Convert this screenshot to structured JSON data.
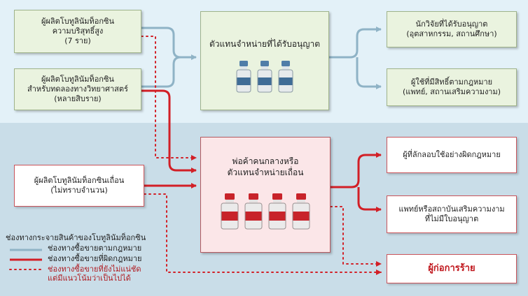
{
  "producers": {
    "high_purity": "ผู้ผลิตโบทูลินัมท็อกซิน\nความบริสุทธิ์สูง\n(7 ราย)",
    "research": "ผู้ผลิตโบทูลินัมท็อกซิน\nสำหรับทดลองทางวิทยาศาสตร์\n(หลายสิบราย)",
    "illegal": "ผู้ผลิตโบทูลินัมท็อกซินเถื่อน\n(ไม่ทราบจำนวน)"
  },
  "hubs": {
    "licensed": "ตัวแทนจำหน่ายที่ได้รับอนุญาต",
    "illicit": "พ่อค้าคนกลางหรือ\nตัวแทนจำหน่ายเถื่อน"
  },
  "recipients": {
    "licensed_researchers": "นักวิจัยที่ได้รับอนุญาต\n(อุตสาหกรรม, สถานศึกษา)",
    "licensed_users": "ผู้ใช้ที่มีสิทธิ์ตามกฎหมาย\n(แพทย์, สถานเสริมความงาม)",
    "illegal_users": "ผู้ที่ลักลอบใช้อย่างผิดกฎหมาย",
    "unlicensed_clinics": "แพทย์หรือสถาบันเสริมความงาม\nที่ไม่มีใบอนุญาต",
    "terrorists": "ผู้ก่อการร้าย"
  },
  "legend": {
    "title": "ช่องทางกระจายสินค้าของโบทูลินัมท็อกซิน",
    "legal": "ช่องทางซื้อขายตามกฎหมาย",
    "illegal": "ช่องทางซื้อขายที่ผิดกฎหมาย",
    "possible": "ช่องทางซื้อขายที่ยังไม่แน่ชัด\nแต่มีแนวโน้มว่าเป็นไปได้"
  },
  "colors": {
    "legal_line": "#8fb3c6",
    "illegal_line": "#d21f26",
    "top_band": "#e3f1f8",
    "bottom_band": "#c9dde8",
    "green_box": "#eaf3df",
    "pink_box": "#fbe6e8"
  },
  "icons": {
    "licensed_vial": "vial-blue-icon",
    "illicit_vial": "vial-red-icon"
  }
}
